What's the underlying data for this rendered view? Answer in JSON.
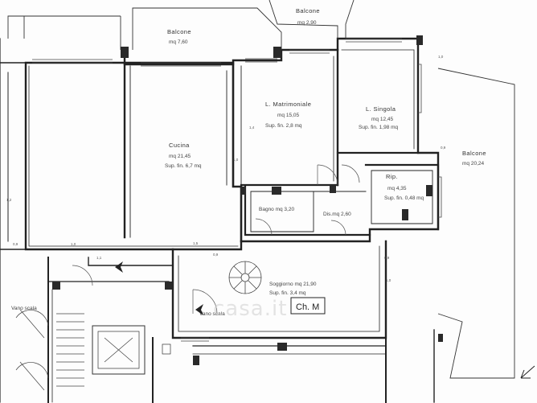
{
  "rooms": {
    "balcone_top_left": {
      "name": "Balcone",
      "area": "mq 7,60"
    },
    "balcone_top_right": {
      "name": "Balcone",
      "area": "mq 2,90"
    },
    "letto_matrimoniale": {
      "name": "L. Matrimoniale",
      "area": "mq 15,05",
      "window": "Sup. fin. 2,8 mq"
    },
    "letto_singolo": {
      "name": "L. Singola",
      "area": "mq 12,45",
      "window": "Sup. fin. 1,98 mq"
    },
    "balcone_right": {
      "name": "Balcone",
      "area": "mq 20,24"
    },
    "cucina": {
      "name": "Cucina",
      "area": "mq 21,45",
      "window": "Sup. fin. 6,7 mq"
    },
    "ripostiglio": {
      "name": "Rip.",
      "area": "mq 4,35",
      "window": "Sup. fin. 0,48 mq"
    },
    "bagno": {
      "name": "Bagno mq 3,20"
    },
    "disimpegno": {
      "name": "Dis.mq 2,60"
    },
    "soggiorno": {
      "name": "Soggiorno mq 21,90",
      "window": "Sup. fin. 3,4 mq"
    },
    "vano_scala_l": {
      "name": "Vano scala"
    },
    "vano_scala_r": {
      "name": "Vano scala"
    }
  },
  "stamp": "Ch. M",
  "watermark": "casa.it"
}
